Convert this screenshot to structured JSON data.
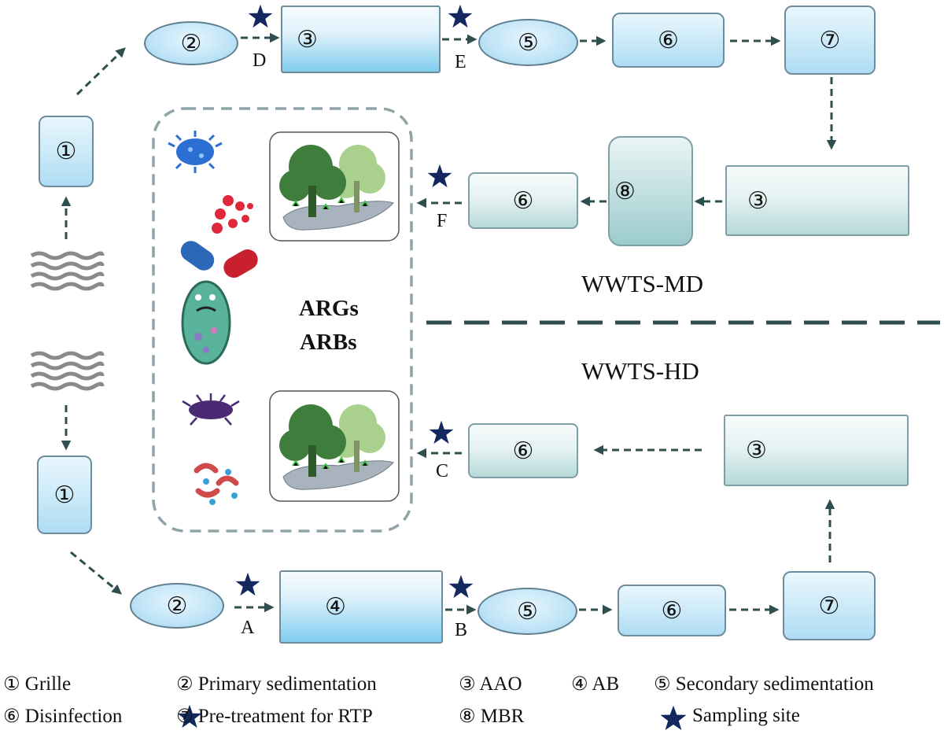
{
  "nodes": {
    "grille": "①",
    "primary": "②",
    "aao": "③",
    "ab": "④",
    "secondary": "⑤",
    "disinfection": "⑥",
    "pretreat": "⑦",
    "mbr": "⑧"
  },
  "sample_letters": {
    "A": "A",
    "B": "B",
    "C": "C",
    "D": "D",
    "E": "E",
    "F": "F"
  },
  "center_labels": {
    "args": "ARGs",
    "arbs": "ARBs"
  },
  "system_labels": {
    "md": "WWTS-MD",
    "hd": "WWTS-HD"
  },
  "legend": {
    "grille": {
      "num": "①",
      "text": "Grille"
    },
    "primary": {
      "num": "②",
      "text": "Primary sedimentation"
    },
    "aao": {
      "num": "③",
      "text": "AAO"
    },
    "ab": {
      "num": "④",
      "text": "AB"
    },
    "secondary": {
      "num": "⑤",
      "text": "Secondary sedimentation"
    },
    "disinfection": {
      "num": "⑥",
      "text": "Disinfection"
    },
    "pretreat": {
      "num": "⑦",
      "text": "Pre-treatment for RTP"
    },
    "mbr": {
      "num": "⑧",
      "text": "MBR"
    },
    "sampling": {
      "text": "Sampling site"
    }
  },
  "colors": {
    "arrow": "#2f4f4f",
    "star": "#13285e",
    "divider": "#2f4f4f",
    "dashed_frame": "#8fa3a8"
  },
  "icons": [
    "star-icon",
    "waves-icon",
    "tree-icon",
    "bacteria-icon",
    "pill-icon"
  ]
}
